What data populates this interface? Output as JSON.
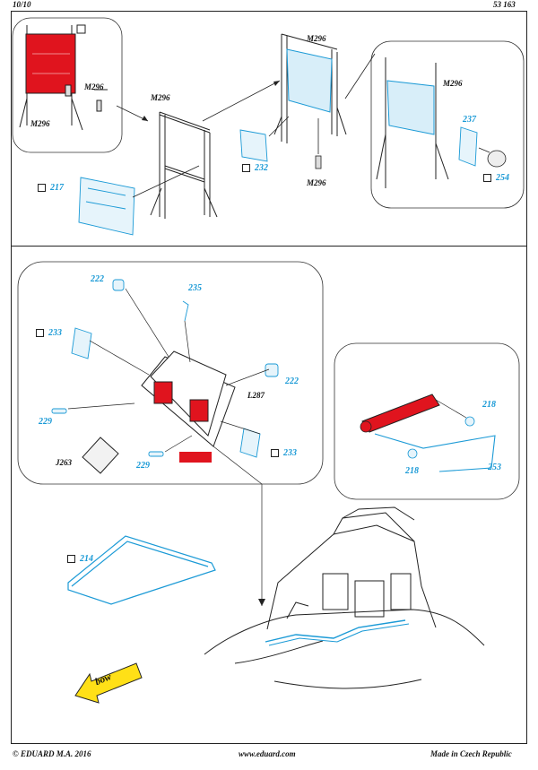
{
  "header": {
    "page": "10/10",
    "code": "53 163"
  },
  "footer": {
    "copyright": "© EDUARD  M.A. 2016",
    "url": "www.eduard.com",
    "origin": "Made in Czech Republic"
  },
  "parts": {
    "m296": "M296",
    "p217": "217",
    "p232": "232",
    "p237": "237",
    "p254": "254",
    "p222": "222",
    "p235": "235",
    "p233": "233",
    "p229": "229",
    "l287": "L287",
    "j263": "J263",
    "p218": "218",
    "p253": "253",
    "p214": "214"
  },
  "arrow_label": "bow",
  "colors": {
    "accent": "#1b9ad6",
    "part_red": "#e0141e",
    "line": "#222222"
  }
}
